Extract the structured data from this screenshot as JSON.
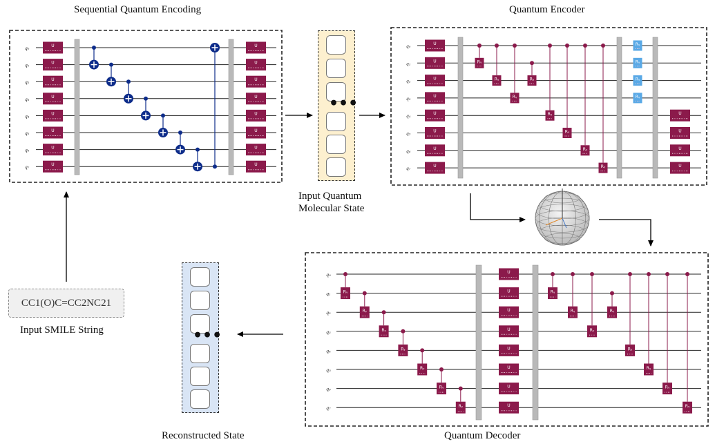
{
  "titles": {
    "sequential_encoding": "Sequential Quantum Encoding",
    "quantum_encoder": "Quantum Encoder",
    "input_state": [
      "Input Quantum",
      "Molecular State"
    ],
    "input_smiles_label": "Input SMILE String",
    "reconstructed_state": "Reconstructed State",
    "quantum_decoder": "Quantum Decoder"
  },
  "smiles": "CC1(O)C=CC2NC21",
  "qubits": [
    "q₀",
    "q₁",
    "q₂",
    "q₃",
    "q₄",
    "q₅",
    "q₆",
    "q₇"
  ],
  "gates": {
    "u": "U",
    "ry": "Rᵧ"
  },
  "state_cells": 6,
  "colors": {
    "gate": "#8b1a4b",
    "cnot": "#0d2c8a",
    "ry_blue": "#5aa9e6",
    "barrier": "#b9b9b9",
    "input_state_bg": "#fdf0cf",
    "output_state_bg": "#d9e5f5"
  }
}
